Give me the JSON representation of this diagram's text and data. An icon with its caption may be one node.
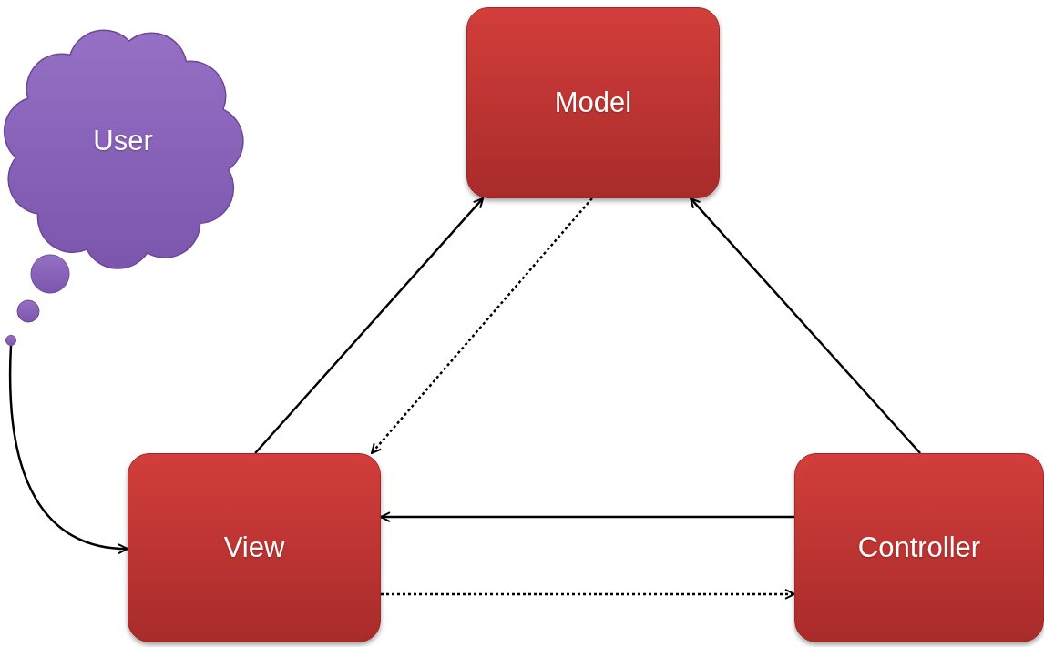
{
  "diagram": {
    "nodes": [
      {
        "text": [
          "User"
        ]
      },
      {
        "text": [
          "Model"
        ]
      },
      {
        "text": [
          "View"
        ]
      },
      {
        "text": [
          "Controller"
        ]
      }
    ],
    "edges": [
      {
        "from": 0,
        "to": 2,
        "arrow": "to"
      },
      {
        "from": 2,
        "to": 1,
        "arrow": "to"
      },
      {
        "from": 1,
        "to": 2,
        "arrow": "to",
        "style": "dashed"
      },
      {
        "from": 3,
        "to": 1,
        "arrow": "to"
      },
      {
        "from": 3,
        "to": 2,
        "arrow": "to"
      },
      {
        "from": 2,
        "to": 3,
        "arrow": "to",
        "style": "dashed"
      }
    ]
  }
}
